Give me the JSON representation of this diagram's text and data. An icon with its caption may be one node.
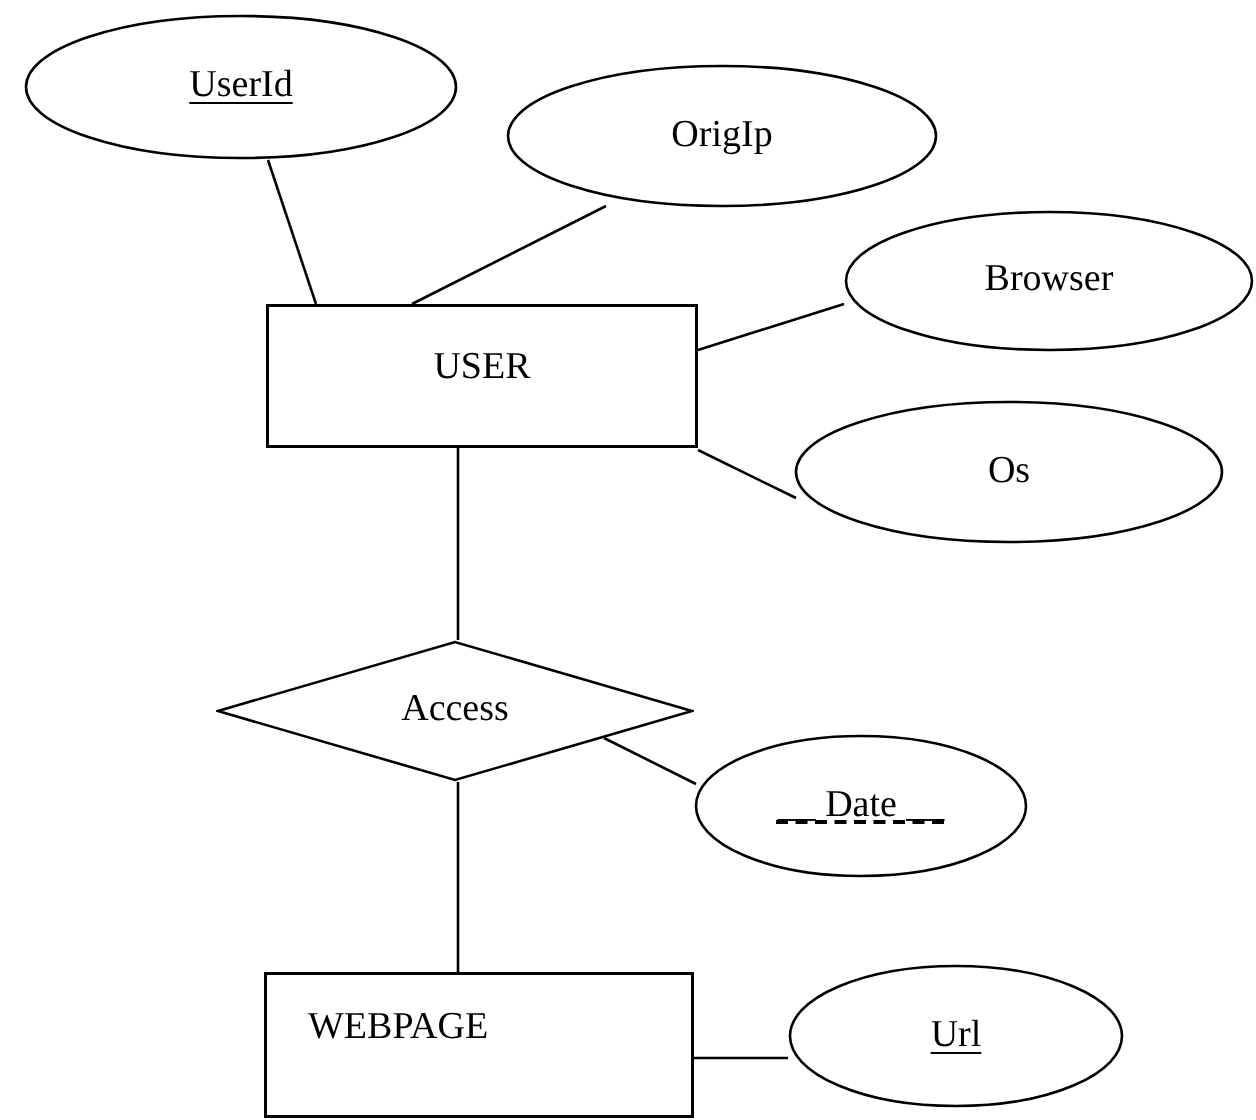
{
  "diagram": {
    "nodes": [
      {
        "text": [
          "UserId"
        ]
      },
      {
        "text": [
          "OrigIp"
        ]
      },
      {
        "text": [
          "USER"
        ]
      },
      {
        "text": [
          "Browser"
        ]
      },
      {
        "text": [
          "Os"
        ]
      },
      {
        "text": [
          "Access"
        ]
      },
      {
        "text": [
          "__ Date __"
        ]
      },
      {
        "text": [
          "WEBPAGE"
        ]
      },
      {
        "text": [
          "Url"
        ]
      }
    ],
    "edges": [
      {
        "from": 0,
        "to": 2,
        "arrow": "none"
      },
      {
        "from": 1,
        "to": 2,
        "arrow": "none"
      },
      {
        "from": 3,
        "to": 2,
        "arrow": "none"
      },
      {
        "from": 4,
        "to": 2,
        "arrow": "none"
      },
      {
        "from": 2,
        "to": 5,
        "arrow": "none"
      },
      {
        "from": 6,
        "to": 5,
        "arrow": "none"
      },
      {
        "from": 5,
        "to": 7,
        "arrow": "none"
      },
      {
        "from": 8,
        "to": 7,
        "arrow": "none"
      }
    ]
  }
}
